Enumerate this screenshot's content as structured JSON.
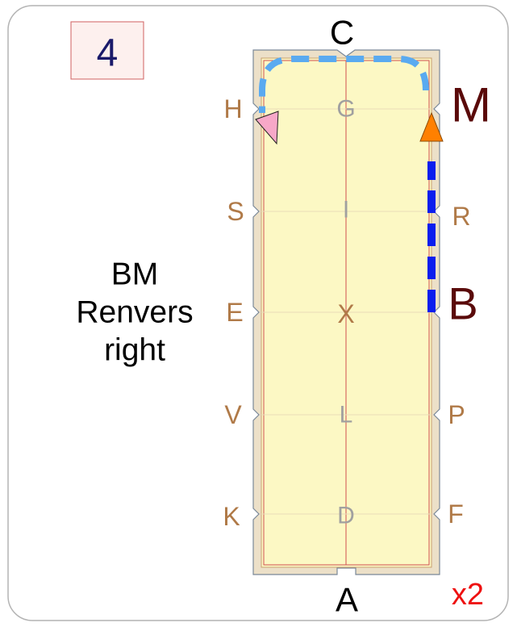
{
  "card": {
    "step_number": "4",
    "repeat_label": "x2",
    "movement_lines": [
      "BM",
      "Renvers",
      "right"
    ]
  },
  "arena": {
    "letters": {
      "C": "C",
      "A": "A",
      "H": "H",
      "S": "S",
      "E": "E",
      "V": "V",
      "K": "K",
      "M": "M",
      "R": "R",
      "B": "B",
      "P": "P",
      "F": "F",
      "G": "G",
      "I": "I",
      "X": "X",
      "L": "L",
      "D": "D"
    }
  },
  "colors": {
    "arena_fill": "#fcf8c4",
    "arena_surround": "#ece0c8",
    "track_line": "#d05050",
    "marker_brown": "#b07a48",
    "marker_dark": "#5a0a0a",
    "centerline_grey": "#a0a0a0",
    "path_light_blue": "#5aaaf0",
    "path_blue": "#0a1eee",
    "start_triangle": "#ff8000",
    "end_triangle": "#f7a8c8",
    "number_box_fill": "#fdf0ee",
    "number_box_border": "#d06060",
    "number_color": "#1a1a6a",
    "repeat_color": "#ee1010"
  }
}
